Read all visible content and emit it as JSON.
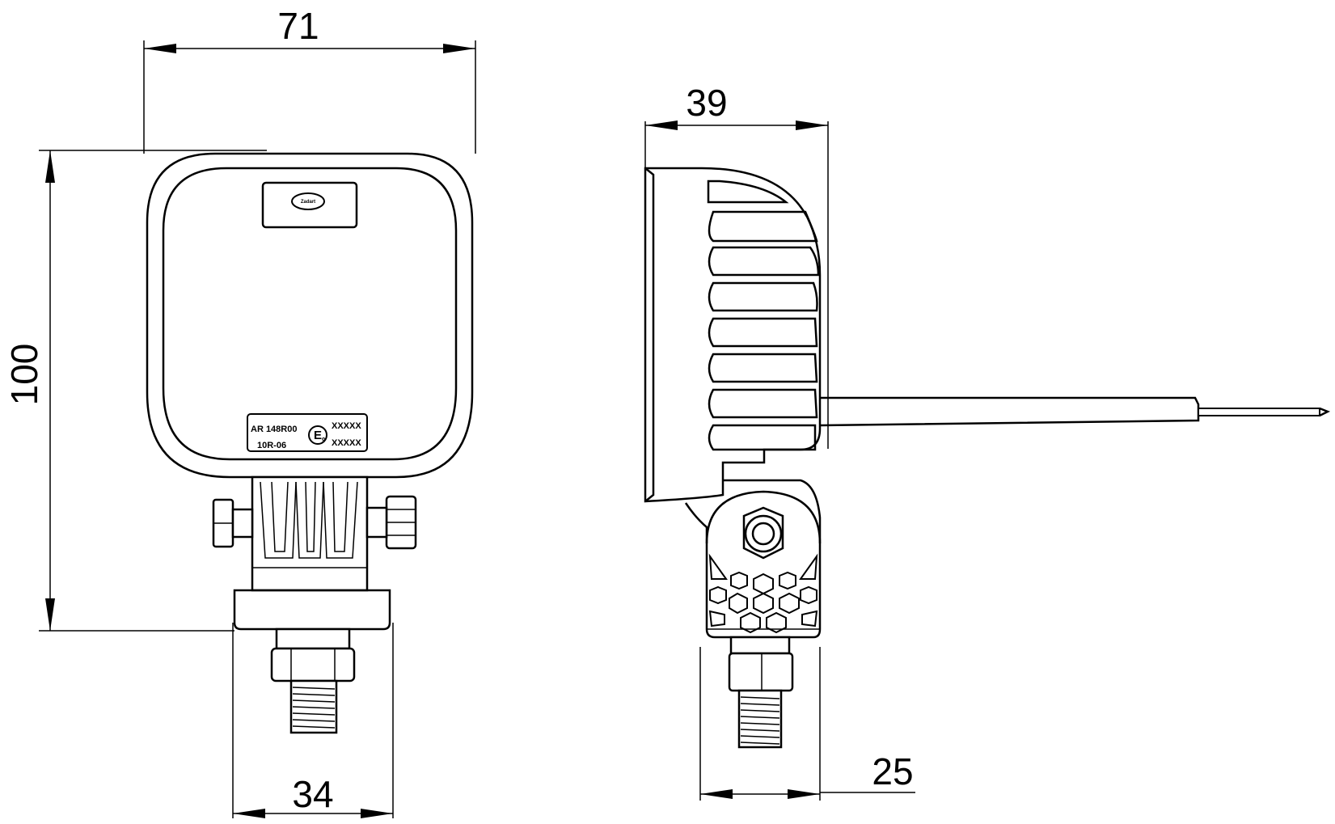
{
  "dimensions": {
    "front_width": "71",
    "front_height": "100",
    "front_bracket_width": "34",
    "side_depth": "39",
    "side_bracket_width": "25"
  },
  "label_plate": {
    "line1_left": "AR 148R00",
    "line2_left": "10R-06",
    "line1_right": "XXXXX",
    "line2_right": "XXXXX",
    "mark_letter": "E",
    "mark_number": "9"
  },
  "logo_text": "Zadart"
}
